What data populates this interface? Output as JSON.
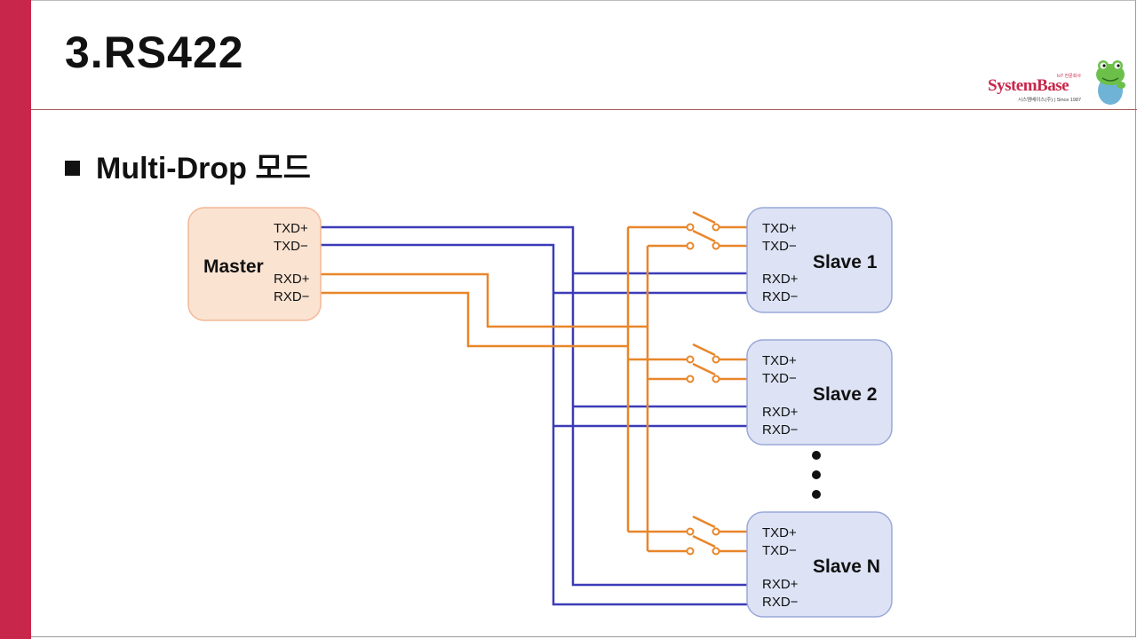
{
  "slide": {
    "title": "3.RS422",
    "heading": "Multi-Drop  모드"
  },
  "logo": {
    "name": "SystemBase",
    "tagline": "IoT 전문회사",
    "subline": "시스템베이스(주) | Since 1987"
  },
  "diagram": {
    "master": {
      "name": "Master",
      "pins": [
        "TXD+",
        "TXD−",
        "RXD+",
        "RXD−"
      ]
    },
    "slaves": [
      {
        "name": "Slave 1",
        "pins": [
          "TXD+",
          "TXD−",
          "RXD+",
          "RXD−"
        ]
      },
      {
        "name": "Slave 2",
        "pins": [
          "TXD+",
          "TXD−",
          "RXD+",
          "RXD−"
        ]
      },
      {
        "name": "Slave N",
        "pins": [
          "TXD+",
          "TXD−",
          "RXD+",
          "RXD−"
        ]
      }
    ],
    "colors": {
      "tx_wire": "#3b3bb8",
      "rx_wire": "#e8862a",
      "master_fill": "#fbe3d2",
      "master_stroke": "#f2b896",
      "slave_fill": "#dde3f5",
      "slave_stroke": "#9aa8d8",
      "accent": "#c8264a"
    }
  }
}
